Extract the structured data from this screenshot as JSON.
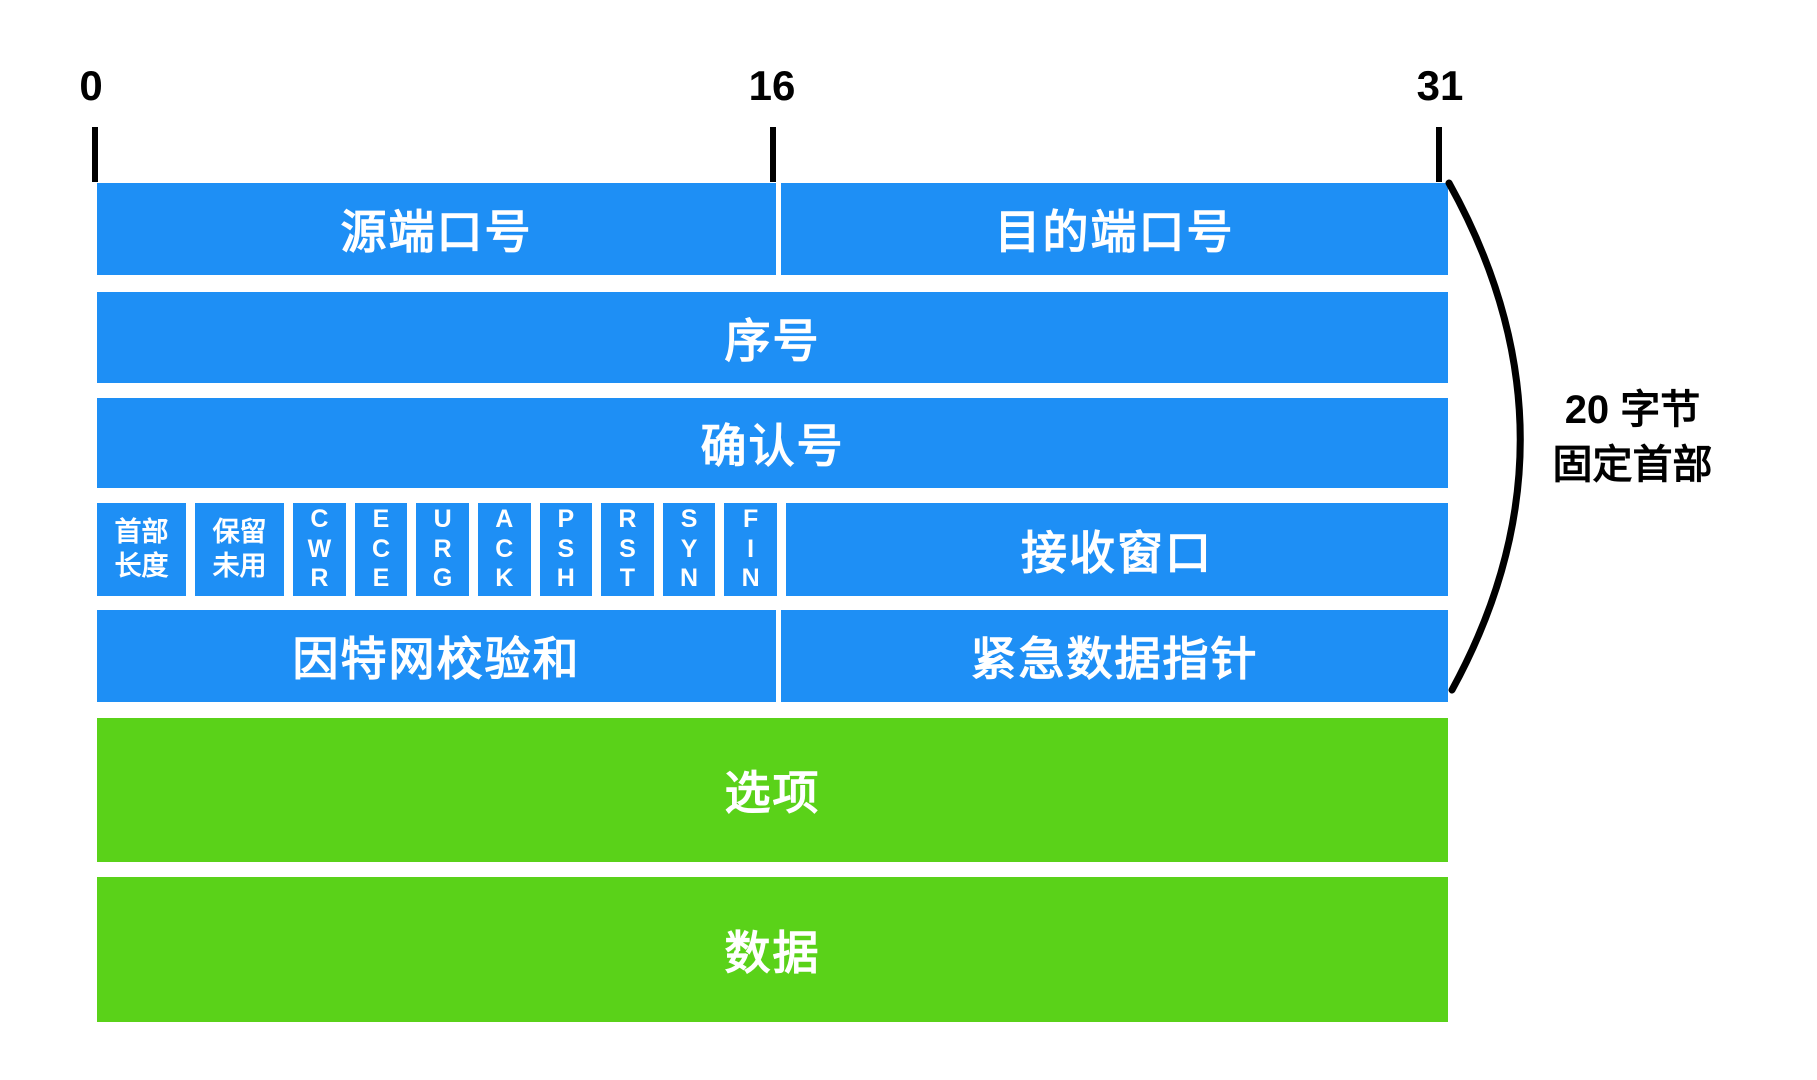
{
  "diagram": {
    "title_semantics": "TCP 报文段首部格式",
    "colors": {
      "fixed_header_fill": "#1E8FF5",
      "variable_part_fill": "#5AD219",
      "annotation_ink": "#000000",
      "cell_text": "#FFFFFF"
    },
    "bit_labels": [
      {
        "value": "0"
      },
      {
        "value": "16"
      },
      {
        "value": "31"
      }
    ],
    "rows": {
      "ports": {
        "source_port": "源端口号",
        "dest_port": "目的端口号"
      },
      "sequence": {
        "label": "序号"
      },
      "ack": {
        "label": "确认号"
      },
      "flags": {
        "header_length": "首部\n长度",
        "reserved": "保留\n未用",
        "bits": [
          {
            "label": "C\nW\nR"
          },
          {
            "label": "E\nC\nE"
          },
          {
            "label": "U\nR\nG"
          },
          {
            "label": "A\nC\nK"
          },
          {
            "label": "P\nS\nH"
          },
          {
            "label": "R\nS\nT"
          },
          {
            "label": "S\nY\nN"
          },
          {
            "label": "F\nI\nN"
          }
        ],
        "receive_window": "接收窗口"
      },
      "checksum": {
        "internet_checksum": "因特网校验和",
        "urgent_pointer": "紧急数据指针"
      },
      "options": {
        "label": "选项"
      },
      "data": {
        "label": "数据"
      }
    },
    "annotation": {
      "line1": "20 字节",
      "line2": "固定首部"
    }
  }
}
